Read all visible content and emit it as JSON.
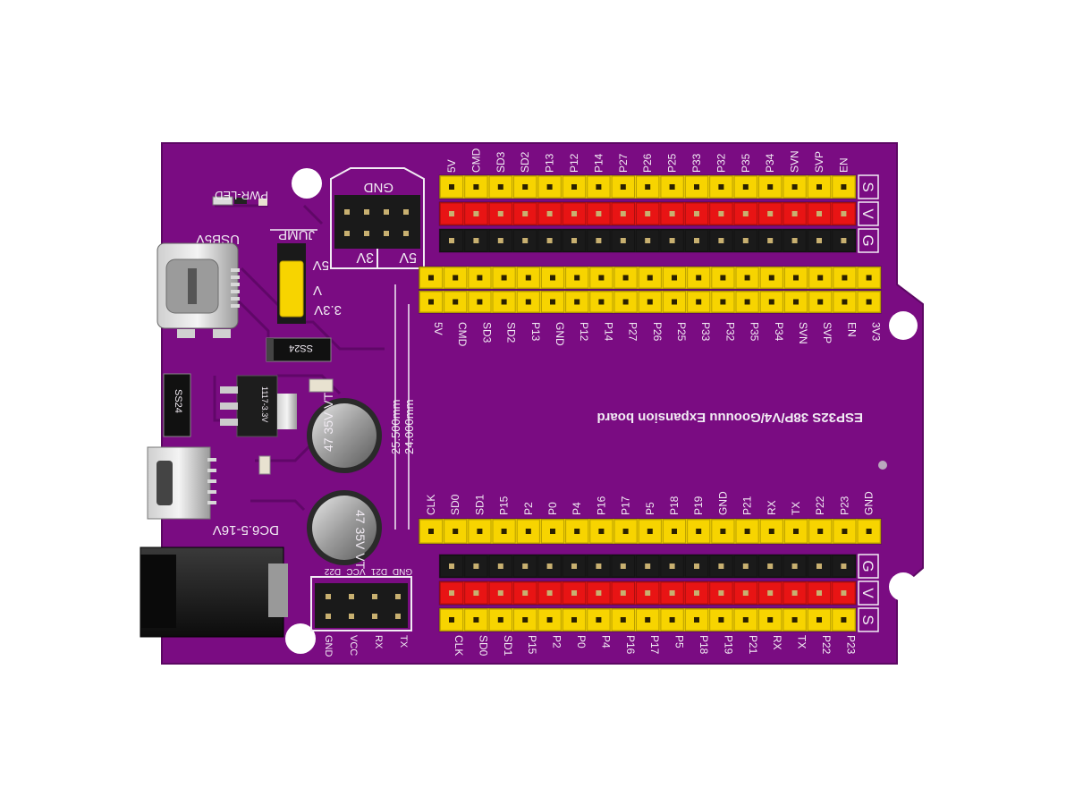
{
  "board": {
    "title": "ESP32S 38P/V4/Goouuu Expansion board",
    "dim_outer": "25.500mm",
    "dim_inner": "24.000mm",
    "pwr_led": "PWR-LED",
    "usb_label": "USB5V",
    "jump_label": "JUMP",
    "jump_5v": "5V",
    "jump_v": "V",
    "jump_33v": "3.3V",
    "gnd_label": "GND",
    "rail_3v": "3V",
    "rail_5v": "5V",
    "diode_1": "SS24",
    "diode_2": "SS24",
    "regulator": "1117-3.3V",
    "cap_1": "47 35V VT",
    "cap_2": "47 35V VT",
    "dc_label": "DC6.5-16V",
    "uart_top": [
      "GND",
      "D21",
      "VCC",
      "D22"
    ],
    "uart_bottom": [
      "GND",
      "VCC",
      "RX",
      "TX"
    ],
    "svg_labels": [
      "S",
      "V",
      "G"
    ],
    "top_pins_upper": [
      "5V",
      "CMD",
      "SD3",
      "SD2",
      "P13",
      "P12",
      "P14",
      "P27",
      "P26",
      "P25",
      "P33",
      "P32",
      "P35",
      "P34",
      "SVN",
      "SVP",
      "EN"
    ],
    "top_pins_lower": [
      "5V",
      "CMD",
      "SD3",
      "SD2",
      "P13",
      "GND",
      "P12",
      "P14",
      "P27",
      "P26",
      "P25",
      "P33",
      "P32",
      "P35",
      "P34",
      "SVN",
      "SVP",
      "EN",
      "3V3"
    ],
    "bottom_pins_upper": [
      "CLK",
      "SD0",
      "SD1",
      "P15",
      "P2",
      "P0",
      "P4",
      "P16",
      "P17",
      "P5",
      "P18",
      "P19",
      "GND",
      "P21",
      "RX",
      "TX",
      "P22",
      "P23",
      "GND"
    ],
    "bottom_pins_lower": [
      "CLK",
      "SD0",
      "SD1",
      "P15",
      "P2",
      "P0",
      "P4",
      "P16",
      "P17",
      "P5",
      "P18",
      "P19",
      "P21",
      "RX",
      "TX",
      "P22",
      "P23"
    ]
  },
  "colors": {
    "pcb": "#7a0c82",
    "header_yellow": "#f7d400",
    "header_red": "#e81414",
    "header_black": "#1a1a1a",
    "silkscreen": "#f2ecf4"
  }
}
